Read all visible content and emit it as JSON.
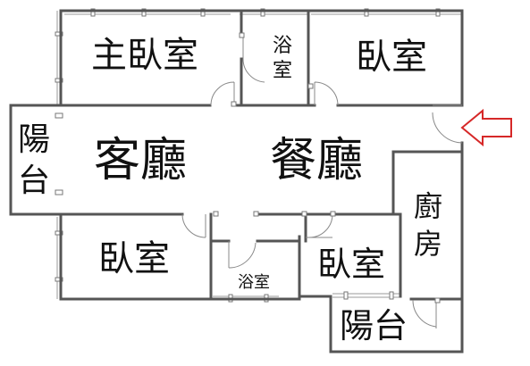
{
  "rooms": {
    "master_bedroom": "主臥室",
    "bath_top": [
      "浴",
      "室"
    ],
    "bedroom_top_right": "臥室",
    "balcony_left": [
      "陽",
      "台"
    ],
    "living_room": "客廳",
    "dining_room": "餐廳",
    "kitchen": [
      "廚",
      "房"
    ],
    "bedroom_bottom_left": "臥室",
    "bath_bottom": "浴室",
    "bedroom_bottom_mid": "臥室",
    "balcony_bottom": "陽台"
  },
  "colors": {
    "wall": "#555555",
    "window": "#9a9a9a",
    "door": "#888888",
    "entrance_arrow": "#d62828",
    "text": "#111111"
  },
  "icons": {
    "entrance_arrow": "arrow-left-outline-icon"
  }
}
